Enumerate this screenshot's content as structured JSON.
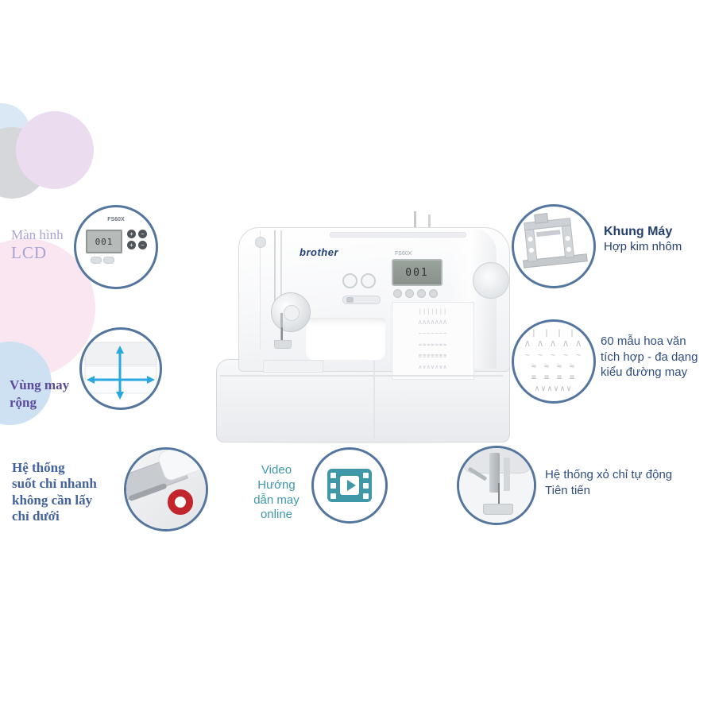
{
  "colors": {
    "callout_border": "#54759e",
    "arrow_blue": "#29a8e0",
    "video_teal": "#3f98a8",
    "lavender_label": "#a9a2d4",
    "purple_label": "#5c4a9c",
    "blue_label": "#2f4d7d",
    "steel_blue_label": "#44639e",
    "navy_label": "#24406d",
    "bobbin_red": "#c3252c"
  },
  "machine": {
    "brand": "brother",
    "model": "FS60X",
    "lcd_value": "001",
    "chart_rows": [
      "|||||||",
      "ΛΛΛΛΛΛΛ",
      "~~~~~~~",
      "≈≈≈≈≈≈≈",
      "≡≡≡≡≡≡≡",
      "∧∨∧∨∧∨∧"
    ]
  },
  "callouts": {
    "lcd": {
      "label_line1": "Màn hình",
      "label_line2": "LCD",
      "screen_model": "FS60X",
      "screen_value": "001",
      "buttons": [
        "+",
        "−",
        "+",
        "−"
      ]
    },
    "sewing_area": {
      "label": "Vùng may\nrộng"
    },
    "bobbin": {
      "label": "Hệ thống\nsuốt chỉ nhanh\nkhông cần lấy\nchỉ dưới"
    },
    "video": {
      "label": "Video\nHướng\ndẫn may\nonline"
    },
    "threader": {
      "label": "Hệ thống xỏ chỉ tự động\nTiên tiến"
    },
    "stitches": {
      "label": "60 mẫu hoa văn\ntích hợp - đa dạng\nkiểu đường may",
      "rows": [
        "| | | | | |",
        "Λ Λ Λ Λ Λ",
        "~ ~ ~ ~ ~",
        "≈ ≈ ≈ ≈",
        "≡ ≡ ≡ ≡",
        "∧∨∧∨∧∨"
      ]
    },
    "frame": {
      "label_bold": "Khung Máy",
      "label_rest": "Hợp kim nhôm"
    }
  }
}
